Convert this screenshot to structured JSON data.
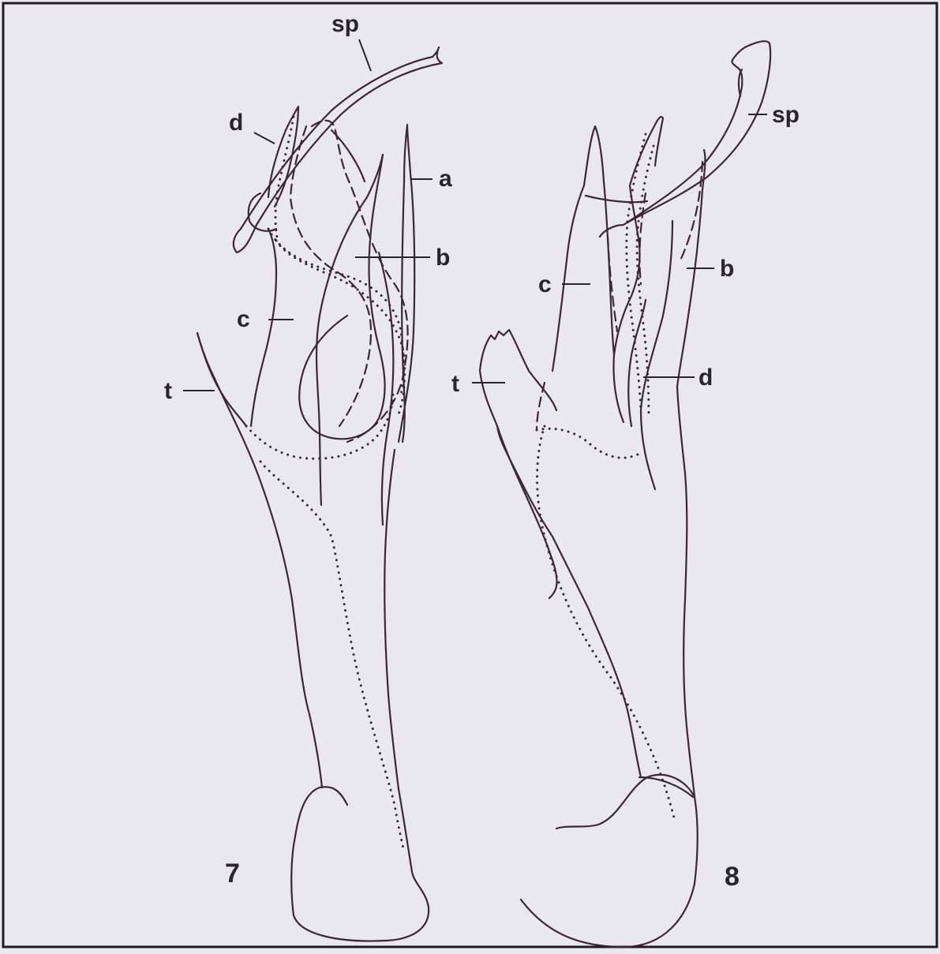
{
  "figure7": {
    "number": "7",
    "labels": {
      "sp": "sp",
      "d": "d",
      "a": "a",
      "b": "b",
      "c": "c",
      "t": "t"
    }
  },
  "figure8": {
    "number": "8",
    "labels": {
      "sp": "sp",
      "c": "c",
      "b": "b",
      "t": "t",
      "d": "d"
    }
  },
  "colors": {
    "background": "#e9e8f0",
    "frame": "#1e1a20",
    "ink": "#3a2838"
  }
}
